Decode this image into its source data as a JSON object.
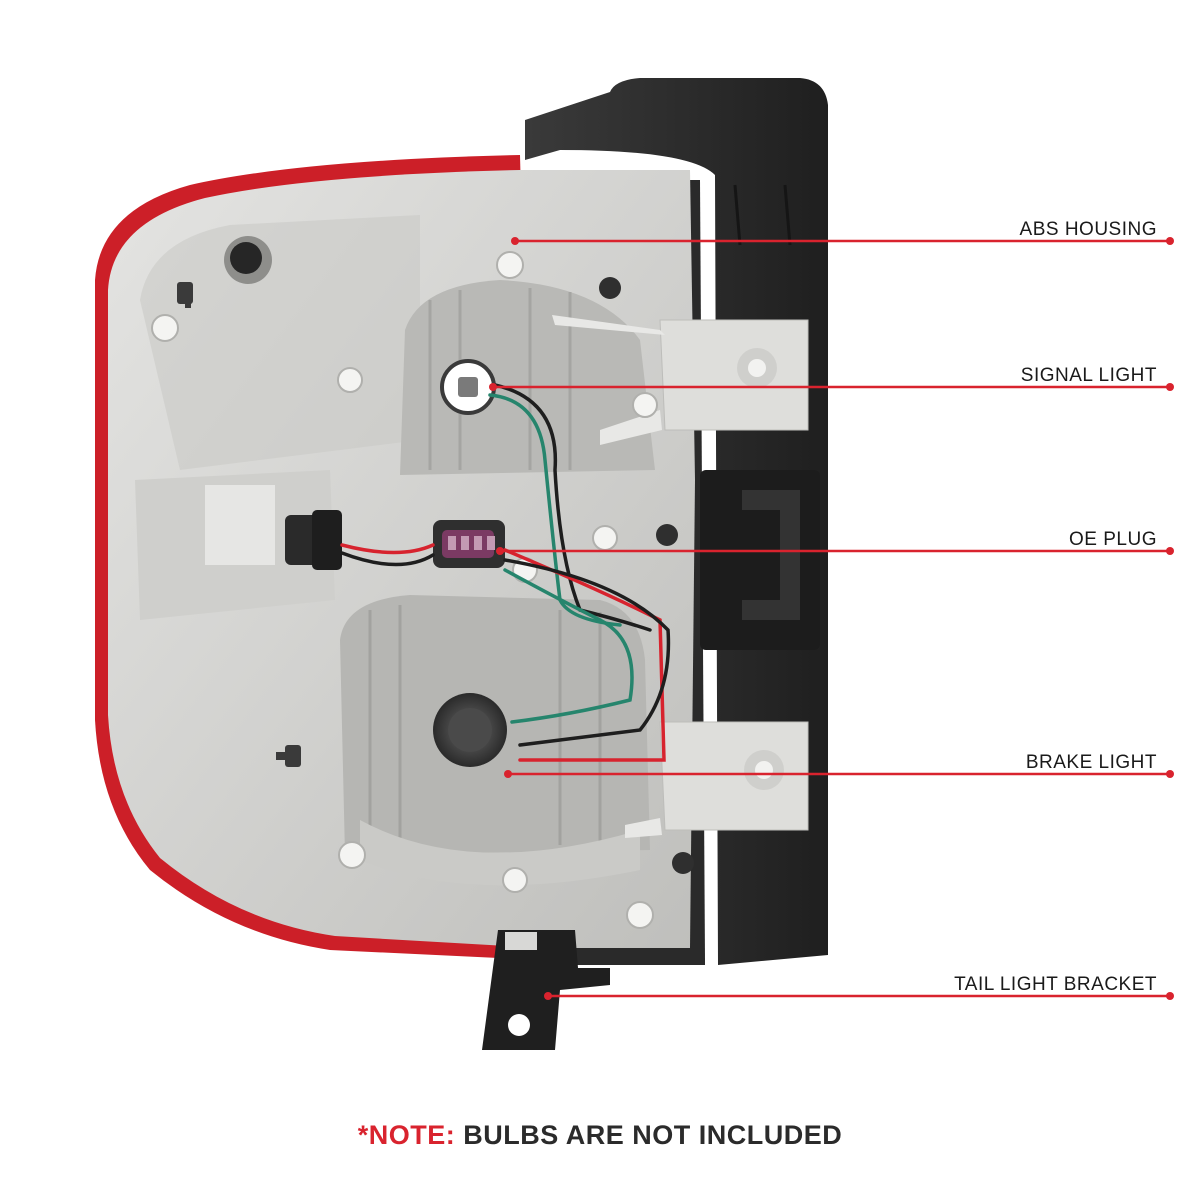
{
  "callouts": [
    {
      "label": "ABS HOUSING"
    },
    {
      "label": "SIGNAL LIGHT"
    },
    {
      "label": "OE PLUG"
    },
    {
      "label": "BRAKE LIGHT"
    },
    {
      "label": "TAIL LIGHT BRACKET"
    }
  ],
  "note": {
    "prefix": "*NOTE:",
    "text": " BULBS ARE NOT INCLUDED"
  },
  "colors": {
    "accent": "#d9232e",
    "housing": "#2e2e2e",
    "body": "#d8d8d6",
    "lens": "#cc1f28"
  }
}
